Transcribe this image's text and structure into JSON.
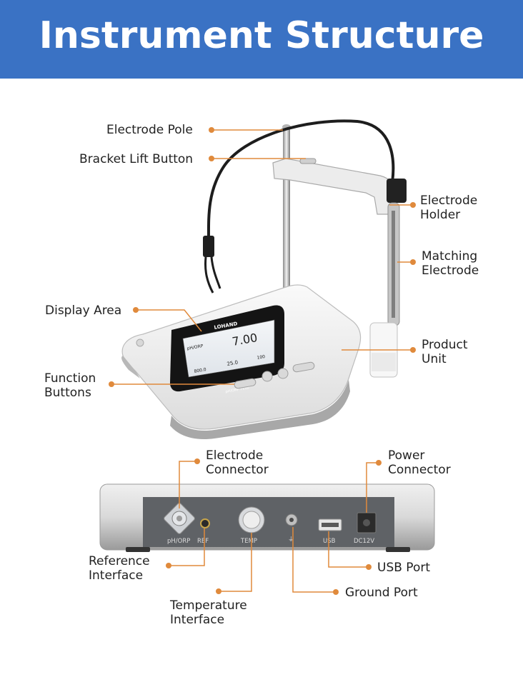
{
  "banner": {
    "title": "Instrument Structure"
  },
  "accent_color": "#e08a3c",
  "banner_color": "#3a72c4",
  "callouts": {
    "electrode_pole": "Electrode Pole",
    "bracket_lift_button": "Bracket Lift Button",
    "electrode_holder": [
      "Electrode",
      "Holder"
    ],
    "matching_electrode": [
      "Matching",
      "Electrode"
    ],
    "display_area": "Display Area",
    "product_unit": [
      "Product",
      "Unit"
    ],
    "function_buttons": [
      "Function",
      "Buttons"
    ],
    "electrode_connector": [
      "Electrode",
      "Connector"
    ],
    "power_connector": [
      "Power",
      "Connector"
    ],
    "reference_interface": [
      "Reference",
      "Interface"
    ],
    "usb_port": "USB Port",
    "ground_port": "Ground Port",
    "temperature_interface": [
      "Temperature",
      "Interface"
    ]
  },
  "device": {
    "brand": "LOHAND",
    "model": "pH/ORP 7110",
    "screen": {
      "mode": "pH/ORP",
      "main_value": "7.00",
      "small_value_1": "25.0",
      "small_value_2": "800.0",
      "small_value_3": "100"
    }
  },
  "rear_panel": {
    "ph_orp": "pH/ORP",
    "ref": "REF",
    "temp": "TEMP",
    "ground": "⏚",
    "usb": "USB",
    "dc": "DC12V"
  }
}
